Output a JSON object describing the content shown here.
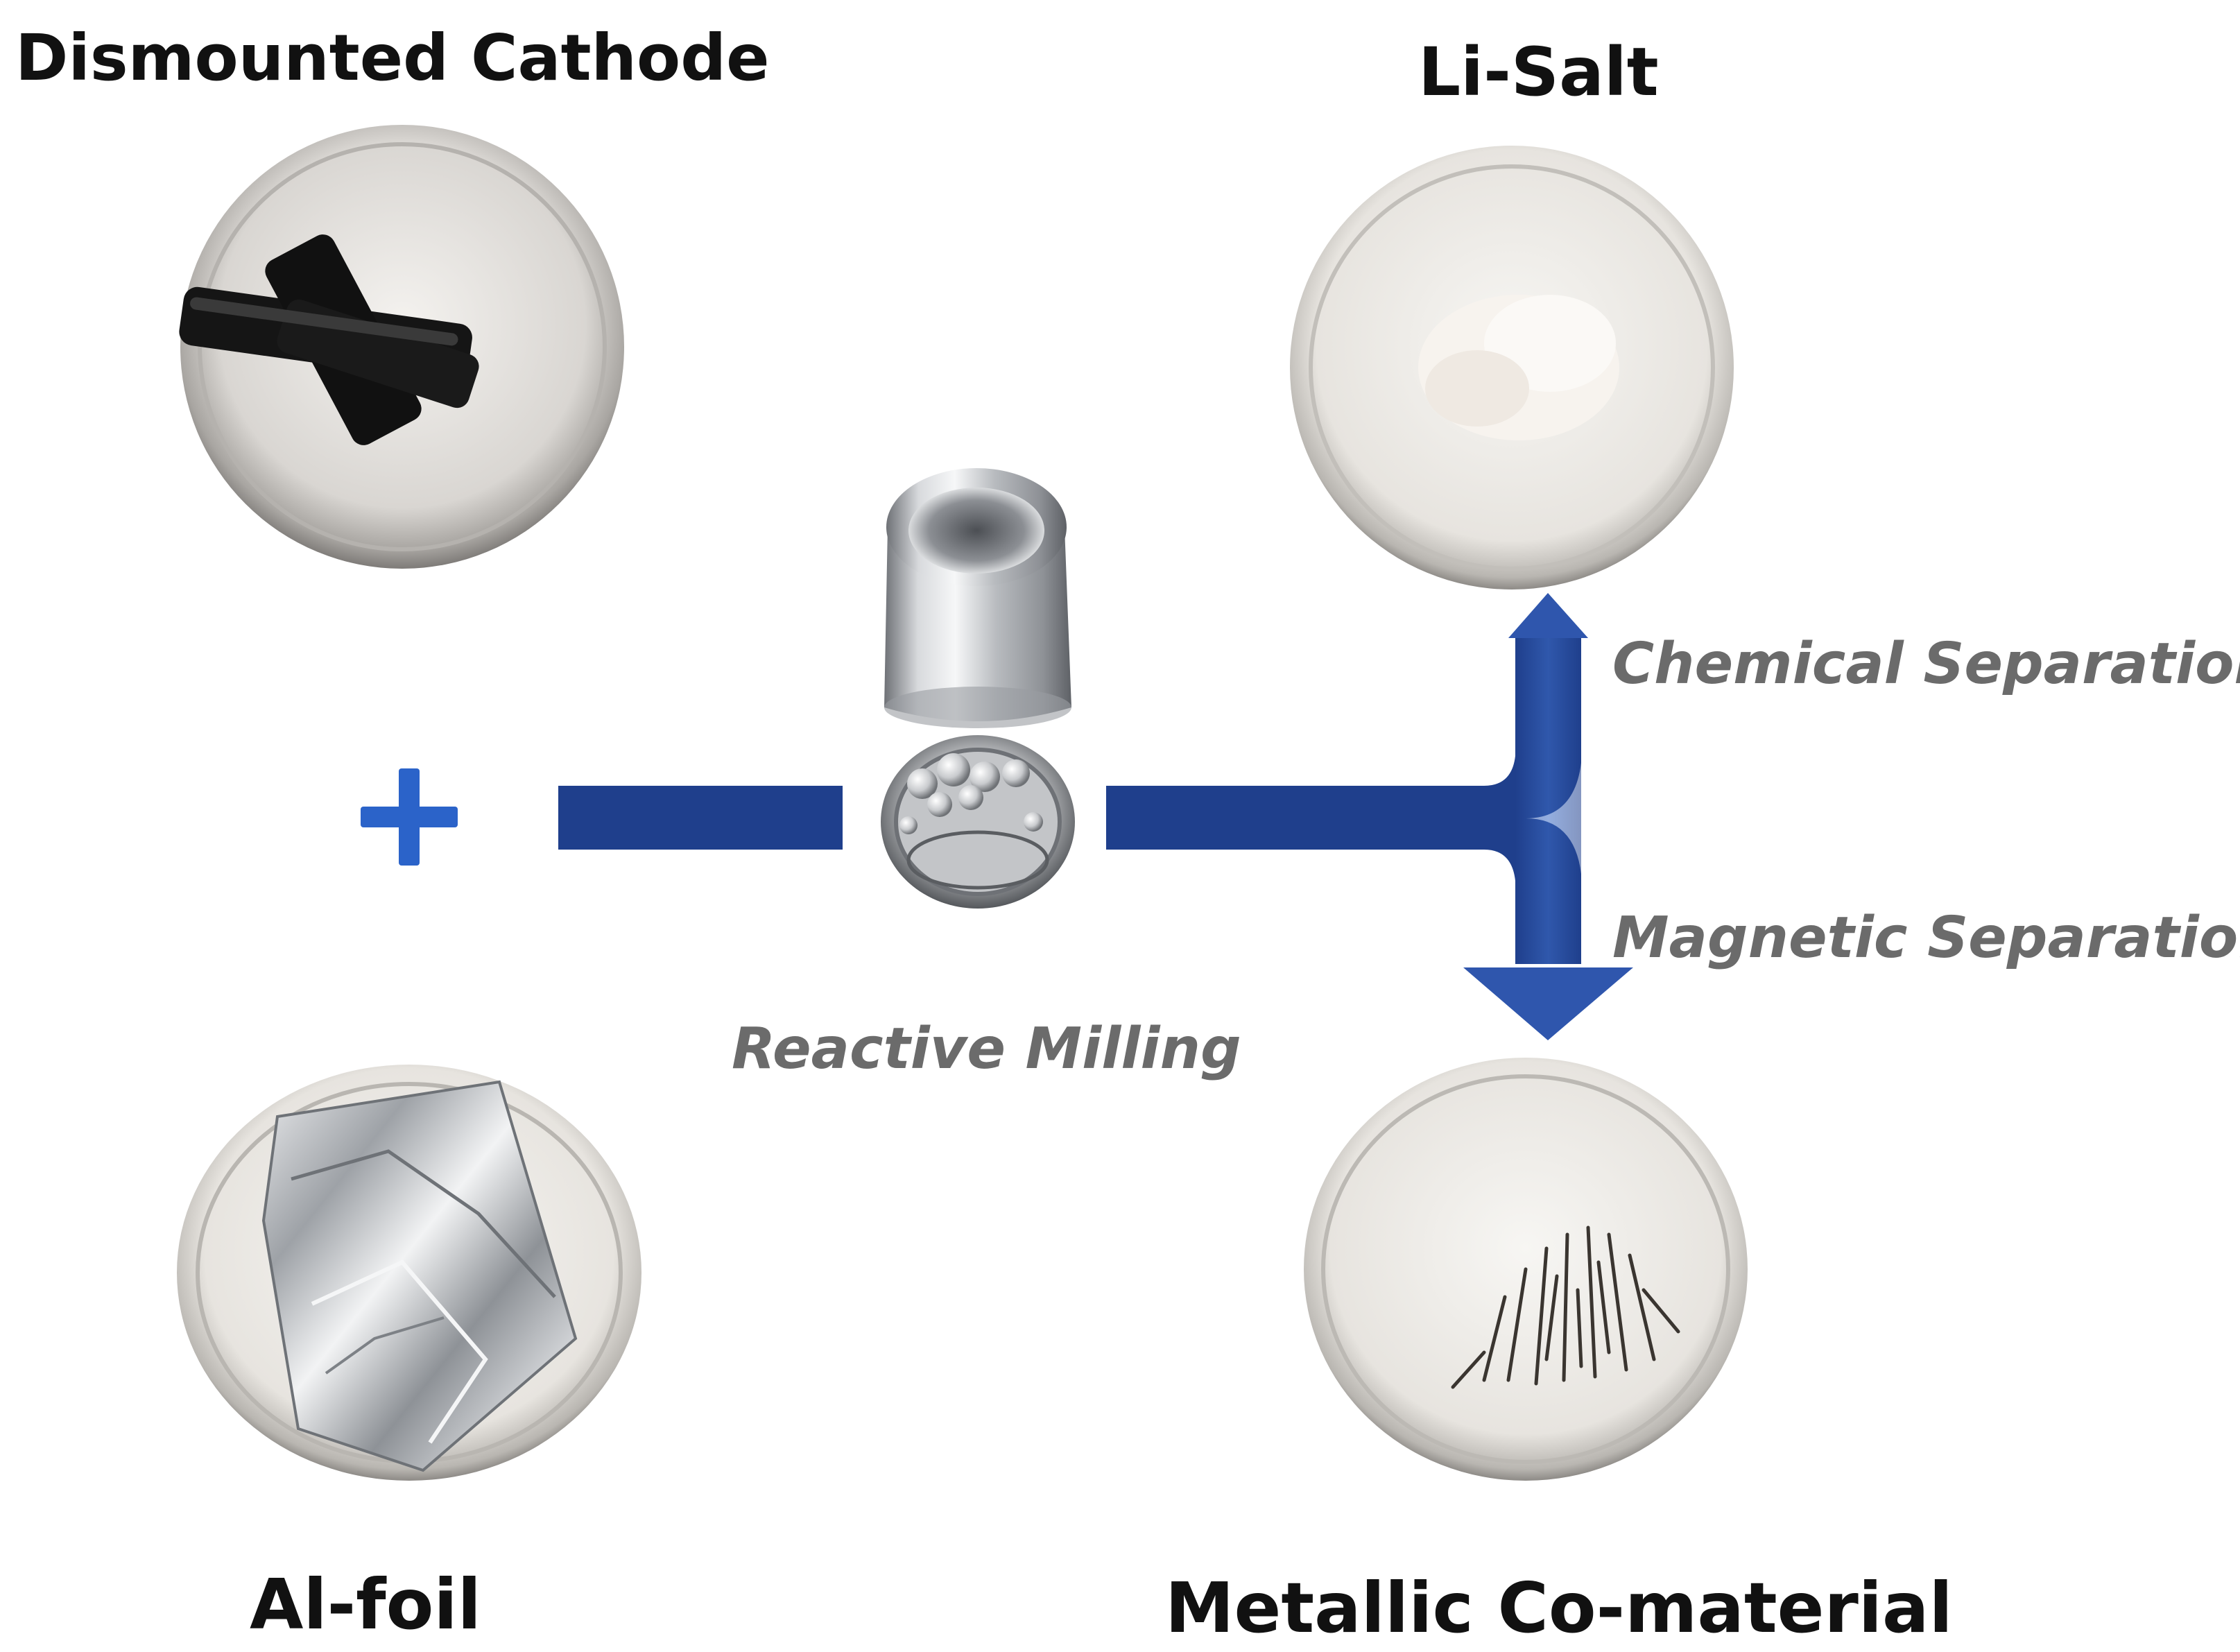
{
  "labels": {
    "dismounted_cathode": "Dismounted Cathode",
    "li_salt": "Li-Salt",
    "al_foil": "Al-foil",
    "metallic_co": "Metallic Co-material"
  },
  "steps": {
    "reactive_milling": "Reactive Milling",
    "chemical_separation": "Chemical Separation",
    "magnetic_separation": "Magnetic Separation"
  },
  "colors": {
    "arrow": "#1f3f8c",
    "plus": "#2b63c9",
    "step_text": "#6b6b6b"
  }
}
